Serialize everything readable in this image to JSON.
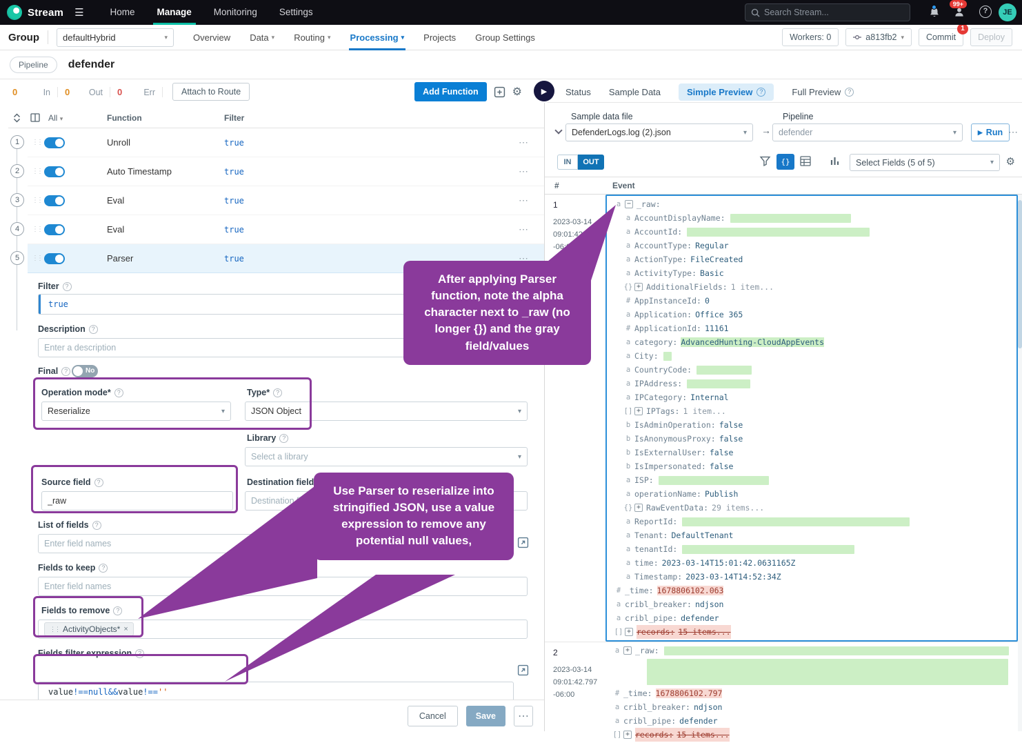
{
  "topnav": {
    "brand": "Stream",
    "items": [
      {
        "label": "Home"
      },
      {
        "label": "Manage",
        "active": true
      },
      {
        "label": "Monitoring"
      },
      {
        "label": "Settings"
      }
    ],
    "search_placeholder": "Search Stream...",
    "notif_badge": "99+",
    "avatar": "JE"
  },
  "groupbar": {
    "label": "Group",
    "group_value": "defaultHybrid",
    "tabs": [
      {
        "label": "Overview"
      },
      {
        "label": "Data",
        "caret": true
      },
      {
        "label": "Routing",
        "caret": true
      },
      {
        "label": "Processing",
        "caret": true,
        "active": true
      },
      {
        "label": "Projects"
      },
      {
        "label": "Group Settings"
      }
    ],
    "workers": "Workers: 0",
    "commit_hash": "a813fb2",
    "commit_label": "Commit",
    "commit_badge": "1",
    "deploy_label": "Deploy"
  },
  "pipebar": {
    "chip": "Pipeline",
    "title": "defender"
  },
  "editor": {
    "stats": [
      {
        "value": "0",
        "label": "In"
      },
      {
        "value": "0",
        "label": "Out"
      },
      {
        "value": "0",
        "label": "Err",
        "err": true
      }
    ],
    "attach_label": "Attach to Route",
    "add_function_label": "Add Function",
    "head": {
      "all": "All",
      "function": "Function",
      "filter": "Filter"
    },
    "functions": [
      {
        "num": "1",
        "name": "Unroll",
        "filter": "true"
      },
      {
        "num": "2",
        "name": "Auto Timestamp",
        "filter": "true"
      },
      {
        "num": "3",
        "name": "Eval",
        "filter": "true"
      },
      {
        "num": "4",
        "name": "Eval",
        "filter": "true"
      },
      {
        "num": "5",
        "name": "Parser",
        "filter": "true",
        "selected": true
      }
    ],
    "form": {
      "filter_label": "Filter",
      "filter_value": "true",
      "description_label": "Description",
      "description_placeholder": "Enter a description",
      "final_label": "Final",
      "final_value": "No",
      "operation_mode_label": "Operation mode*",
      "operation_mode_value": "Reserialize",
      "type_label": "Type*",
      "type_value": "JSON Object",
      "library_label": "Library",
      "library_placeholder": "Select a library",
      "source_label": "Source field",
      "source_value": "_raw",
      "destination_label": "Destination field",
      "destination_placeholder": "Destination fiel",
      "list_label": "List of fields",
      "list_placeholder": "Enter field names",
      "keep_label": "Fields to keep",
      "keep_placeholder": "Enter field names",
      "remove_label": "Fields to remove",
      "remove_tag": "ActivityObjects*",
      "expr_label": "Fields filter expression",
      "expr_tokens": [
        {
          "t": "value ",
          "c": "p"
        },
        {
          "t": "!== ",
          "c": "k"
        },
        {
          "t": "null ",
          "c": "k"
        },
        {
          "t": "&& ",
          "c": "k"
        },
        {
          "t": "value",
          "c": "p"
        },
        {
          "t": "!== ",
          "c": "k"
        },
        {
          "t": "''",
          "c": "s"
        }
      ],
      "cancel_label": "Cancel",
      "save_label": "Save"
    }
  },
  "callouts": {
    "parser_note": "After applying Parser function, note the alpha character next to _raw (no longer {}) and the gray field/values",
    "reserialize_note": "Use Parser to reserialize into stringified JSON, use a value expression to remove any potential null values,"
  },
  "preview": {
    "tabs": [
      {
        "label": "Status"
      },
      {
        "label": "Sample Data"
      },
      {
        "label": "Simple Preview",
        "active": true,
        "info": true
      },
      {
        "label": "Full Preview",
        "info": true
      }
    ],
    "sample_label": "Sample data file",
    "sample_value": "DefenderLogs.log (2).json",
    "pipeline_label": "Pipeline",
    "pipeline_value": "defender",
    "run_label": "Run",
    "in_label": "IN",
    "out_label": "OUT",
    "select_fields": "Select Fields (5 of 5)",
    "col_num": "#",
    "col_event": "Event",
    "events": [
      {
        "num": "1",
        "date": "2023-03-14",
        "time": "09:01:42.063",
        "tz": "-06:00",
        "selected": true,
        "lines": [
          {
            "g": "a",
            "exp": "minus",
            "k": "_raw",
            "ind": 0
          },
          {
            "g": "a",
            "k": "AccountDisplayName",
            "ind": 1,
            "red": 175
          },
          {
            "g": "a",
            "k": "AccountId",
            "ind": 1,
            "red": 265
          },
          {
            "g": "a",
            "k": "AccountType",
            "v": "Regular",
            "ind": 1
          },
          {
            "g": "a",
            "k": "ActionType",
            "v": "FileCreated",
            "ind": 1
          },
          {
            "g": "a",
            "k": "ActivityType",
            "v": "Basic",
            "ind": 1
          },
          {
            "g": "obj",
            "exp": "plus",
            "k": "AdditionalFields",
            "v": "1 item...",
            "ind": 1,
            "muted": true
          },
          {
            "g": "num",
            "k": "AppInstanceId",
            "v": "0",
            "ind": 1
          },
          {
            "g": "a",
            "k": "Application",
            "v": "Office 365",
            "ind": 1
          },
          {
            "g": "num",
            "k": "ApplicationId",
            "v": "11161",
            "ind": 1
          },
          {
            "g": "a",
            "k": "category",
            "v": "AdvancedHunting-CloudAppEvents",
            "ind": 1,
            "vhl": "green"
          },
          {
            "g": "a",
            "k": "City",
            "ind": 1,
            "red": 12
          },
          {
            "g": "a",
            "k": "CountryCode",
            "ind": 1,
            "red": 80
          },
          {
            "g": "a",
            "k": "IPAddress",
            "ind": 1,
            "red": 92
          },
          {
            "g": "a",
            "k": "IPCategory",
            "v": "Internal",
            "ind": 1
          },
          {
            "g": "arr",
            "exp": "plus",
            "k": "IPTags",
            "v": "1 item...",
            "ind": 1,
            "muted": true
          },
          {
            "g": "b",
            "k": "IsAdminOperation",
            "v": "false",
            "ind": 1
          },
          {
            "g": "b",
            "k": "IsAnonymousProxy",
            "v": "false",
            "ind": 1
          },
          {
            "g": "b",
            "k": "IsExternalUser",
            "v": "false",
            "ind": 1
          },
          {
            "g": "b",
            "k": "IsImpersonated",
            "v": "false",
            "ind": 1
          },
          {
            "g": "a",
            "k": "ISP",
            "ind": 1,
            "red": 160
          },
          {
            "g": "a",
            "k": "operationName",
            "v": "Publish",
            "ind": 1
          },
          {
            "g": "obj",
            "exp": "plus",
            "k": "RawEventData",
            "v": "29 items...",
            "ind": 1,
            "muted": true
          },
          {
            "g": "a",
            "k": "ReportId",
            "ind": 1,
            "red": 330
          },
          {
            "g": "a",
            "k": "Tenant",
            "v": "DefaultTenant",
            "ind": 1
          },
          {
            "g": "a",
            "k": "tenantId",
            "ind": 1,
            "red": 250
          },
          {
            "g": "a",
            "k": "time",
            "v": "2023-03-14T15:01:42.0631165Z",
            "ind": 1
          },
          {
            "g": "a",
            "k": "Timestamp",
            "v": "2023-03-14T14:52:34Z",
            "ind": 1
          },
          {
            "g": "num",
            "k": "_time",
            "v": "1678806102.063",
            "ind": 0,
            "vhl": "red"
          },
          {
            "g": "a",
            "k": "cribl_breaker",
            "v": "ndjson",
            "ind": 0
          },
          {
            "g": "a",
            "k": "cribl_pipe",
            "v": "defender",
            "ind": 0
          },
          {
            "g": "arr",
            "exp": "plus",
            "k": "records",
            "v": "15 items...",
            "ind": 0,
            "strike": true
          }
        ]
      },
      {
        "num": "2",
        "date": "2023-03-14",
        "time": "09:01:42.797",
        "tz": "-06:00",
        "lines": [
          {
            "g": "a",
            "exp": "plus",
            "k": "_raw",
            "ind": 0,
            "red": 500,
            "redblock": 38
          },
          {
            "g": "num",
            "k": "_time",
            "v": "1678806102.797",
            "ind": 0,
            "vhl": "red"
          },
          {
            "g": "a",
            "k": "cribl_breaker",
            "v": "ndjson",
            "ind": 0
          },
          {
            "g": "a",
            "k": "cribl_pipe",
            "v": "defender",
            "ind": 0
          },
          {
            "g": "arr",
            "exp": "plus",
            "k": "records",
            "v": "15 items...",
            "ind": 0,
            "strike": true
          }
        ]
      }
    ]
  }
}
